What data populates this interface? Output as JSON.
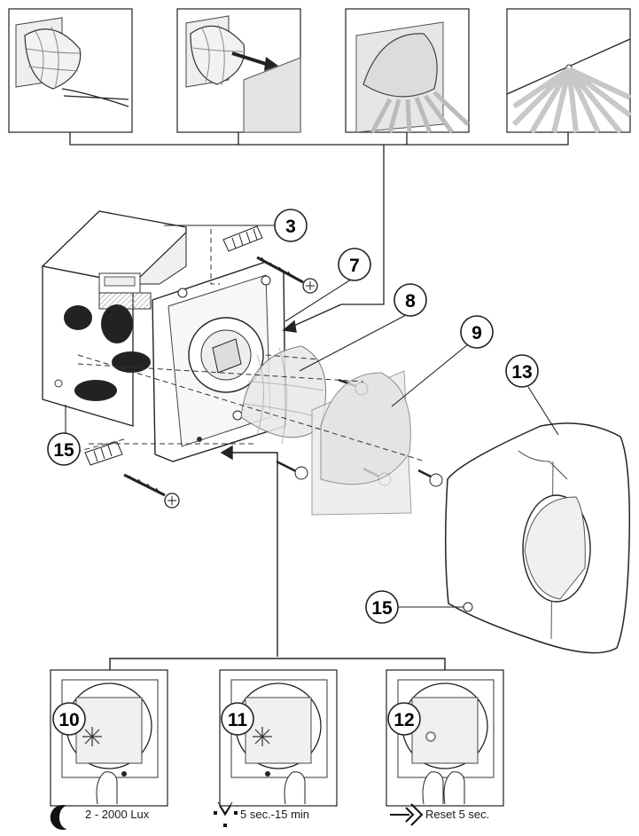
{
  "callouts": {
    "c3": "3",
    "c7": "7",
    "c8": "8",
    "c9": "9",
    "c13": "13",
    "c15a": "15",
    "c15b": "15",
    "c10": "10",
    "c11": "11",
    "c12": "12"
  },
  "captions": {
    "lux": "2 - 2000 Lux",
    "time": "5 sec.-15 min",
    "reset": "Reset 5 sec."
  },
  "icons": {
    "lux": "moon-icon",
    "time": "motion-sensor-icon",
    "reset": "arrow-into-icon"
  }
}
